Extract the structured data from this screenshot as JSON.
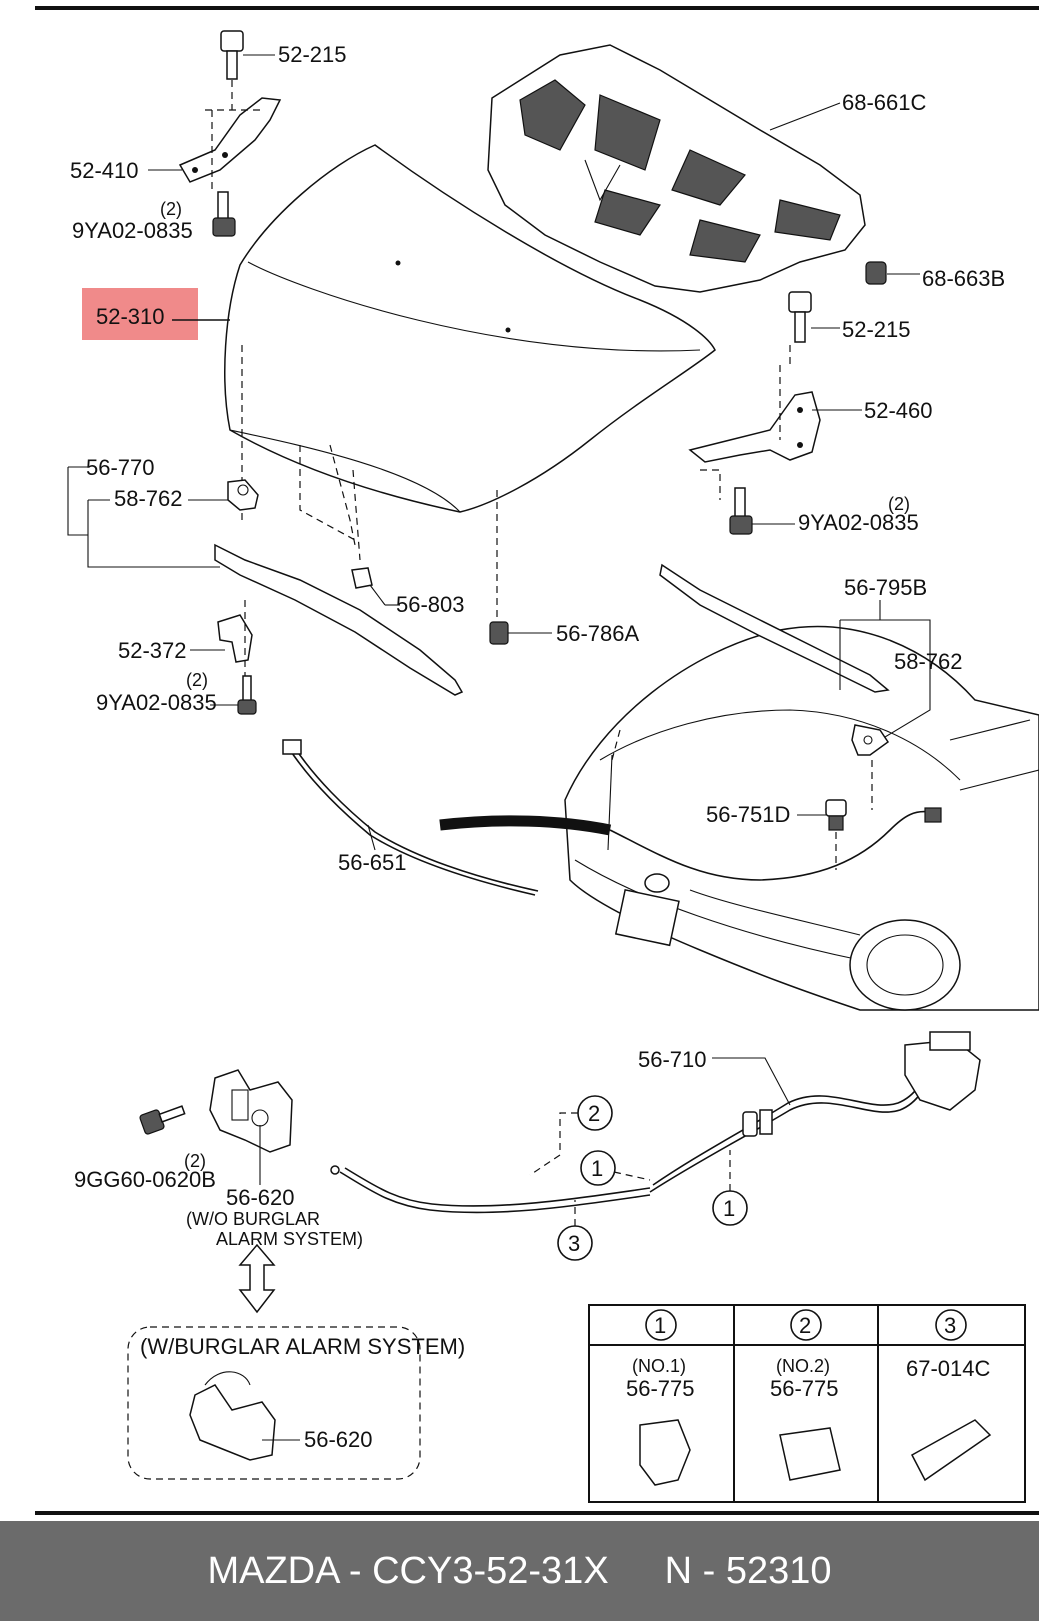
{
  "diagram": {
    "labels": {
      "bolt_52_215_top": "52-215",
      "hinge_52_410": "52-410",
      "qty_hinge_left": "(2)",
      "bolt_9ya02_hinge_left": "9YA02-0835",
      "hood_52_310": "52-310",
      "insulator_68_661c": "68-661C",
      "clip_68_663b": "68-663B",
      "bolt_52_215_right": "52-215",
      "hinge_52_460": "52-460",
      "qty_hinge_right": "(2)",
      "bolt_9ya02_hinge_right": "9YA02-0835",
      "seal_56_770": "56-770",
      "stay_58_762_left": "58-762",
      "bumper_56_803": "56-803",
      "bumper_56_786a": "56-786A",
      "bracket_52_372": "52-372",
      "qty_bracket": "(2)",
      "bolt_9ya02_bracket": "9YA02-0835",
      "seal_56_795b": "56-795B",
      "stay_58_762_right": "58-762",
      "stopper_56_751d": "56-751D",
      "wire_56_651": "56-651",
      "cable_56_710": "56-710",
      "bolt_9gg60": "9GG60-0620B",
      "qty_lock_bolt": "(2)",
      "lock_56_620": "56-620",
      "wo_alarm_line1": "(W/O BURGLAR",
      "wo_alarm_line2": "ALARM SYSTEM)",
      "w_alarm": "(W/BURGLAR ALARM SYSTEM)",
      "lock_56_620_alarm": "56-620",
      "callout_1a": "1",
      "callout_1b": "1",
      "callout_2": "2",
      "callout_3": "3"
    },
    "legend": [
      {
        "num": "1",
        "sub": "(NO.1)",
        "part": "56-775"
      },
      {
        "num": "2",
        "sub": "(NO.2)",
        "part": "56-775"
      },
      {
        "num": "3",
        "sub": "",
        "part": "67-014C"
      }
    ],
    "highlight_color": "#f08a8a"
  },
  "footer": {
    "part_number": "MAZDA - CCY3-52-31X",
    "ref_number": "N - 52310"
  }
}
